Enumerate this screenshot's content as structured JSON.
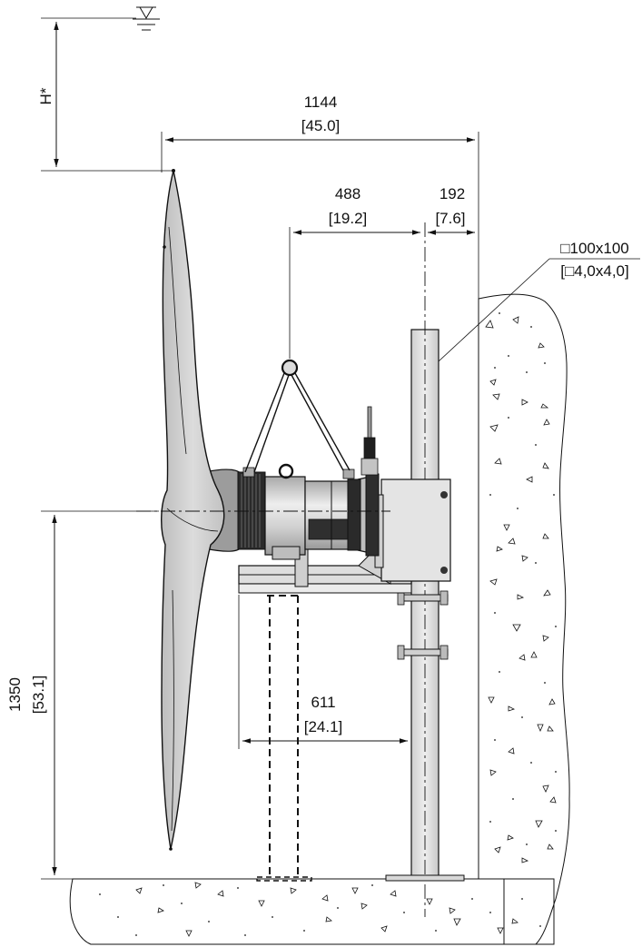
{
  "dimensions": {
    "overall_width": {
      "mm": "1144",
      "inch": "[45.0]"
    },
    "suspension_offset": {
      "mm": "488",
      "inch": "[19.2]"
    },
    "wall_to_mast": {
      "mm": "192",
      "inch": "[7.6]"
    },
    "mast_profile": {
      "mm": "□100x100",
      "inch": "[□4,0x4,0]"
    },
    "bracket_length": {
      "mm": "611",
      "inch": "[24.1]"
    },
    "shaft_height": {
      "mm": "1350",
      "inch": "[53.1]"
    },
    "submersion_depth": {
      "label": "H*"
    }
  },
  "colors": {
    "line": "#111111",
    "propeller_fill": "#cfcfcf",
    "motor_fill": "#d9d9d9",
    "mast_fill": "#e2e2e2",
    "concrete_fill": "#ffffff"
  },
  "icons": {
    "water_level": "water-level-symbol"
  }
}
